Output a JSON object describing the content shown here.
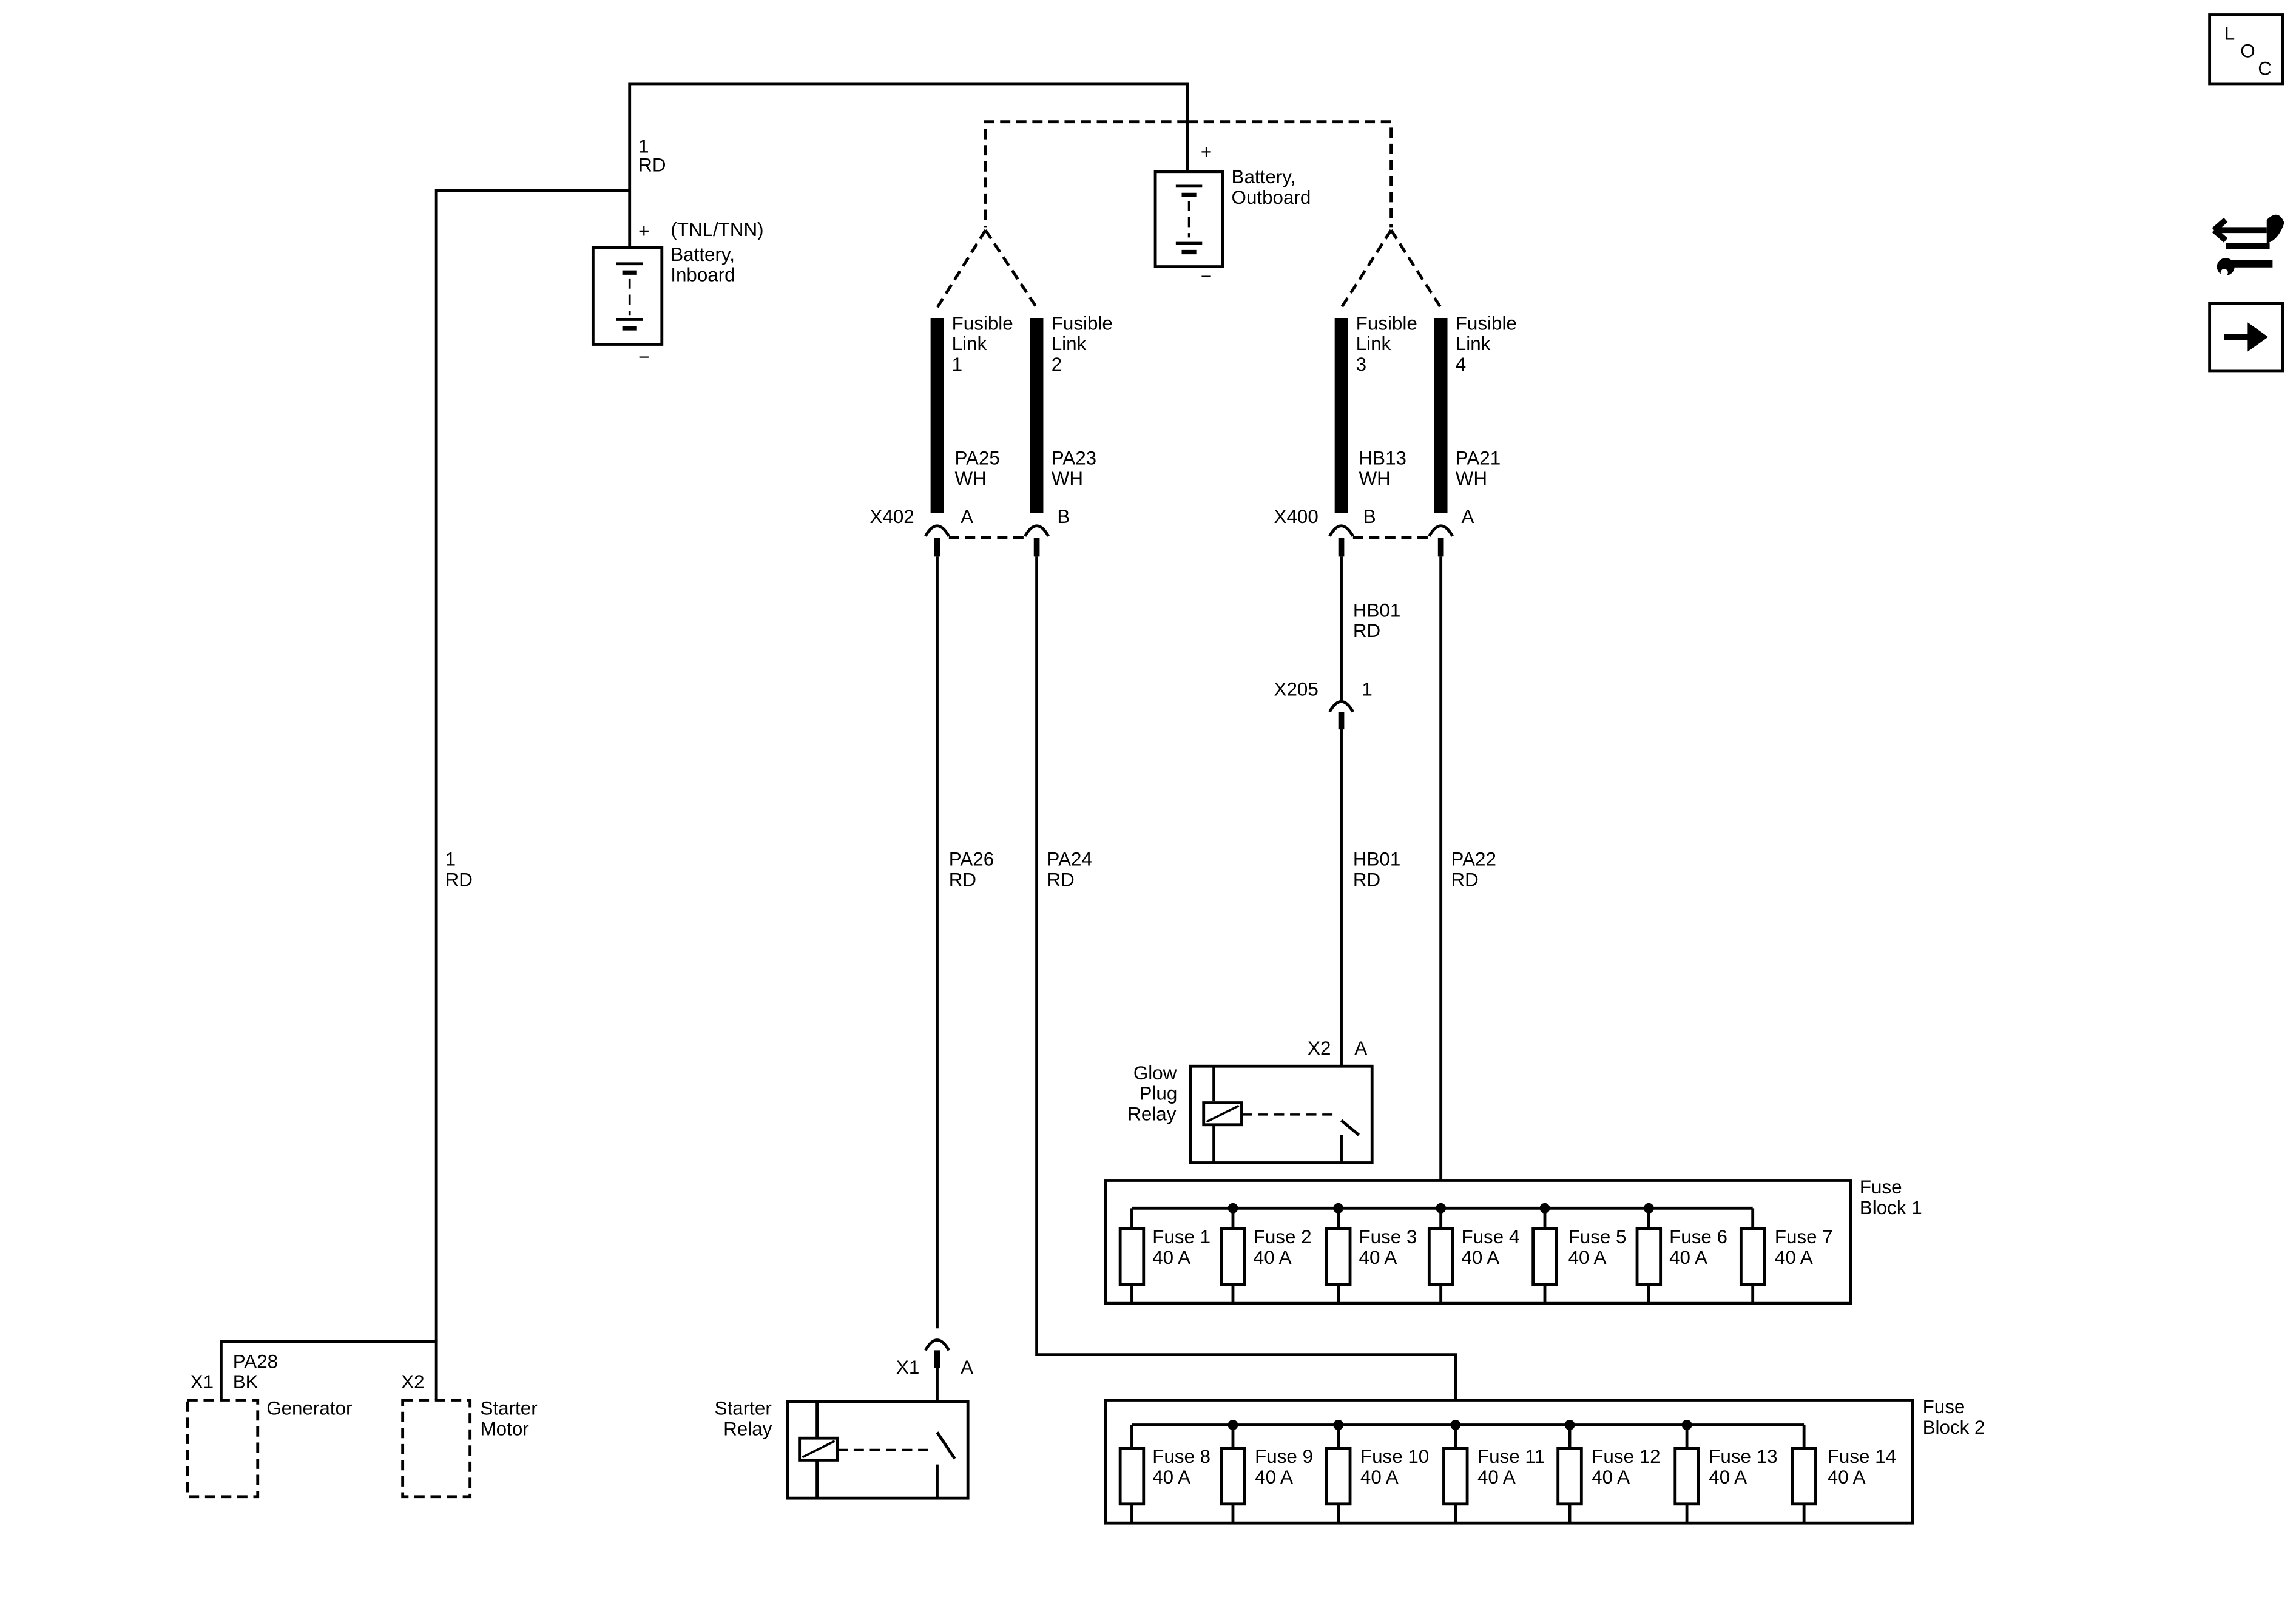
{
  "nav": {
    "loc": [
      "L",
      "O",
      "C"
    ]
  },
  "batteries": {
    "inboard": {
      "plus": "+",
      "minus": "−",
      "qualifier": "(TNL/TNN)",
      "name": [
        "Battery,",
        "Inboard"
      ]
    },
    "outboard": {
      "plus": "+",
      "minus": "−",
      "name": [
        "Battery,",
        "Outboard"
      ]
    }
  },
  "wires": {
    "inboard_feed": [
      "1",
      "RD"
    ],
    "starter_feed": [
      "1",
      "RD"
    ],
    "gen_starter": [
      "PA28",
      "BK"
    ],
    "pa25": [
      "PA25",
      "WH"
    ],
    "pa23": [
      "PA23",
      "WH"
    ],
    "hb13": [
      "HB13",
      "WH"
    ],
    "pa21": [
      "PA21",
      "WH"
    ],
    "hb01_upper": [
      "HB01",
      "RD"
    ],
    "pa26": [
      "PA26",
      "RD"
    ],
    "pa24": [
      "PA24",
      "RD"
    ],
    "hb01_lower": [
      "HB01",
      "RD"
    ],
    "pa22": [
      "PA22",
      "RD"
    ]
  },
  "fusible_links": [
    {
      "lines": [
        "Fusible",
        "Link",
        "1"
      ]
    },
    {
      "lines": [
        "Fusible",
        "Link",
        "2"
      ]
    },
    {
      "lines": [
        "Fusible",
        "Link",
        "3"
      ]
    },
    {
      "lines": [
        "Fusible",
        "Link",
        "4"
      ]
    }
  ],
  "connectors": {
    "x402": {
      "name": "X402",
      "pins": [
        "A",
        "B"
      ]
    },
    "x400": {
      "name": "X400",
      "pins": [
        "B",
        "A"
      ]
    },
    "x205": {
      "name": "X205",
      "pin": "1"
    },
    "glow_x2": {
      "name": "X2",
      "pin": "A"
    },
    "starter_x1": {
      "name": "X1",
      "pin": "A"
    },
    "gen_x1": "X1",
    "starter_motor_x2": "X2"
  },
  "components": {
    "glow_plug_relay": [
      "Glow",
      "Plug",
      "Relay"
    ],
    "starter_relay": [
      "Starter",
      "Relay"
    ],
    "generator": "Generator",
    "starter_motor": [
      "Starter",
      "Motor"
    ]
  },
  "fuse_block_1": {
    "title": [
      "Fuse",
      "Block 1"
    ],
    "fuses": [
      {
        "name": "Fuse 1",
        "rating": "40 A"
      },
      {
        "name": "Fuse 2",
        "rating": "40 A"
      },
      {
        "name": "Fuse 3",
        "rating": "40 A"
      },
      {
        "name": "Fuse 4",
        "rating": "40 A"
      },
      {
        "name": "Fuse 5",
        "rating": "40 A"
      },
      {
        "name": "Fuse 6",
        "rating": "40 A"
      },
      {
        "name": "Fuse 7",
        "rating": "40 A"
      }
    ]
  },
  "fuse_block_2": {
    "title": [
      "Fuse",
      "Block 2"
    ],
    "fuses": [
      {
        "name": "Fuse 8",
        "rating": "40 A"
      },
      {
        "name": "Fuse 9",
        "rating": "40 A"
      },
      {
        "name": "Fuse 10",
        "rating": "40 A"
      },
      {
        "name": "Fuse 11",
        "rating": "40 A"
      },
      {
        "name": "Fuse 12",
        "rating": "40 A"
      },
      {
        "name": "Fuse 13",
        "rating": "40 A"
      },
      {
        "name": "Fuse 14",
        "rating": "40 A"
      }
    ]
  }
}
